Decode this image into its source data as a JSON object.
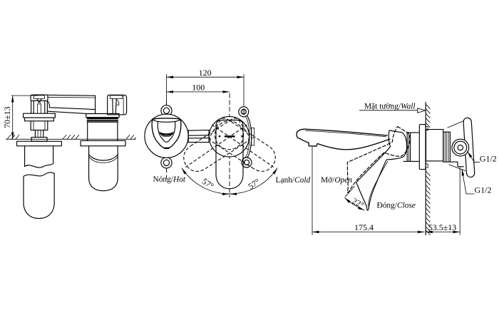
{
  "document": {
    "title": "Wall-mounted basin mixer faucet dimensional drawing",
    "background_color": "#ffffff",
    "line_color": "#000000"
  },
  "left_side_view": {
    "dim_height_above_wall": "70±13"
  },
  "front_view": {
    "dim_width_overall": "120",
    "dim_center_spacing": "100",
    "label_hot_vi": "Nóng/",
    "label_hot_en": "Hot",
    "label_cold_vi": "Lạnh/",
    "label_cold_en": "Cold",
    "angle_swing_left": "57°",
    "angle_swing_right": "57°"
  },
  "right_side_view": {
    "label_wall_vi": "Mặt tường/",
    "label_wall_en": "Wall",
    "label_open_vi": "Mở/",
    "label_open_en": "Open",
    "label_close_vi": "Đóng/",
    "label_close_en": "Close",
    "angle_open": "22°",
    "dim_spout_to_wall": "175.4",
    "dim_wall_embed": "53.5±13",
    "thread_size_top": "G1/2",
    "thread_size_bottom": "G1/2"
  }
}
